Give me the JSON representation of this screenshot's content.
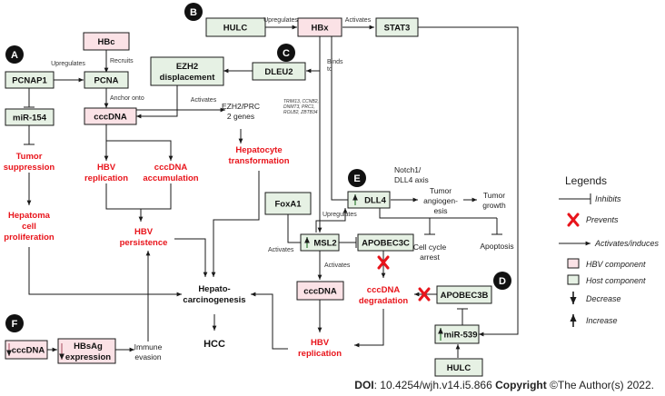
{
  "nodes": {
    "hulc_top": "HULC",
    "hbx": "HBx",
    "stat3": "STAT3",
    "hbc": "HBc",
    "pcnap1": "PCNAP1",
    "pcna": "PCNA",
    "ezh2_l1": "EZH2",
    "ezh2_l2": "displacement",
    "dleu2": "DLEU2",
    "mir154": "miR-154",
    "cccdna_top": "cccDNA",
    "ezh2prc_l1": "EZH2/PRC",
    "ezh2prc_l2": "2 genes",
    "genes_l1": "TRIM13, CCNB2,",
    "genes_l2": "DNMT3, PRC1,",
    "genes_l3": "ROLB2, ZBTB34",
    "foxa1": "FoxA1",
    "dll4": "DLL4",
    "msl2": "MSL2",
    "apobec3c": "APOBEC3C",
    "cccdna_mid": "cccDNA",
    "apobec3b": "APOBEC3B",
    "mir539": "miR-539",
    "hulc_bottom": "HULC",
    "cccdna_f": "cccDNA",
    "hbsag_l1": "HBsAg",
    "hbsag_l2": "expression",
    "hepato_l1": "Hepato-",
    "hepato_l2": "carcinogenesis",
    "hcc": "HCC"
  },
  "outcomes": {
    "tumor_suppression_l1": "Tumor",
    "tumor_suppression_l2": "suppression",
    "hepatoma_l1": "Hepatoma",
    "hepatoma_l2": "cell",
    "hepatoma_l3": "proliferation",
    "hbv_replication_top_l1": "HBV",
    "hbv_replication_top_l2": "replication",
    "cccdna_accum_l1": "cccDNA",
    "cccdna_accum_l2": "accumulation",
    "hbv_persistence_l1": "HBV",
    "hbv_persistence_l2": "persistence",
    "hepatocyte_l1": "Hepatocyte",
    "hepatocyte_l2": "transformation",
    "cccdna_deg_l1": "cccDNA",
    "cccdna_deg_l2": "degradation",
    "hbv_replication_bot_l1": "HBV",
    "hbv_replication_bot_l2": "replication"
  },
  "edge_labels": {
    "upregulates_b": "Upregulates",
    "activates_b": "Activates",
    "upregulates_a": "Upregulates",
    "recruits": "Recruits",
    "binds_l1": "Binds",
    "binds_l2": "to",
    "anchor": "Anchor onto",
    "activates_ezh2": "Activates",
    "notch_l1": "Notch1/",
    "notch_l2": "DLL4 axis",
    "angio_l1": "Tumor",
    "angio_l2": "angiogen-",
    "angio_l3": "esis",
    "tumor_growth_l1": "Tumor",
    "tumor_growth_l2": "growth",
    "upregulates_e": "Upregulates",
    "activates_msl2": "Activates",
    "activates_cccdna": "Activates",
    "cell_cycle_l1": "Cell cycle",
    "cell_cycle_l2": "arrest",
    "apoptosis": "Apoptosis",
    "immune_l1": "Immune",
    "immune_l2": "evasion"
  },
  "badges": [
    "A",
    "B",
    "C",
    "D",
    "E",
    "F"
  ],
  "legend": {
    "title": "Legends",
    "inhibits": "Inhibits",
    "prevents": "Prevents",
    "activates": "Activates/induces",
    "hbv_component": "HBV component",
    "host_component": "Host component",
    "decrease": "Decrease",
    "increase": "Increase"
  },
  "colors": {
    "hbv_fill": "#fbe2e6",
    "host_fill": "#e6f1e4",
    "outcome_text": "#e8141b"
  },
  "footer": {
    "doi_label": "DOI",
    "doi_value": ": 10.4254/wjh.v14.i5.866 ",
    "copyright_label": "Copyright",
    "copyright_value": " ©The Author(s) 2022."
  }
}
